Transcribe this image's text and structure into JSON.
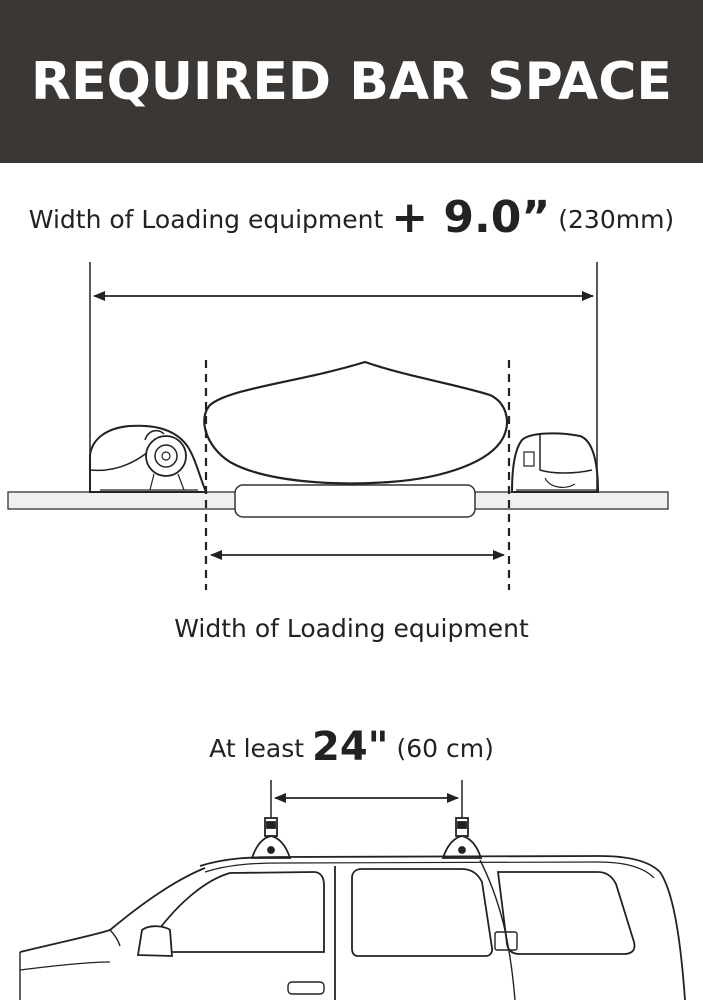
{
  "header": {
    "title": "REQUIRED BAR SPACE"
  },
  "top_diagram": {
    "caption_prefix": "Width of Loading equipment ",
    "caption_value": "+ 9.0”",
    "caption_suffix": " (230mm)",
    "inner_label": "Width of Loading equipment"
  },
  "bottom_diagram": {
    "caption_prefix": "At least ",
    "caption_value": "24\"",
    "caption_suffix": " (60 cm)"
  },
  "colors": {
    "banner": "#3b3735",
    "banner_text": "#ffffff",
    "line": "#222222"
  }
}
